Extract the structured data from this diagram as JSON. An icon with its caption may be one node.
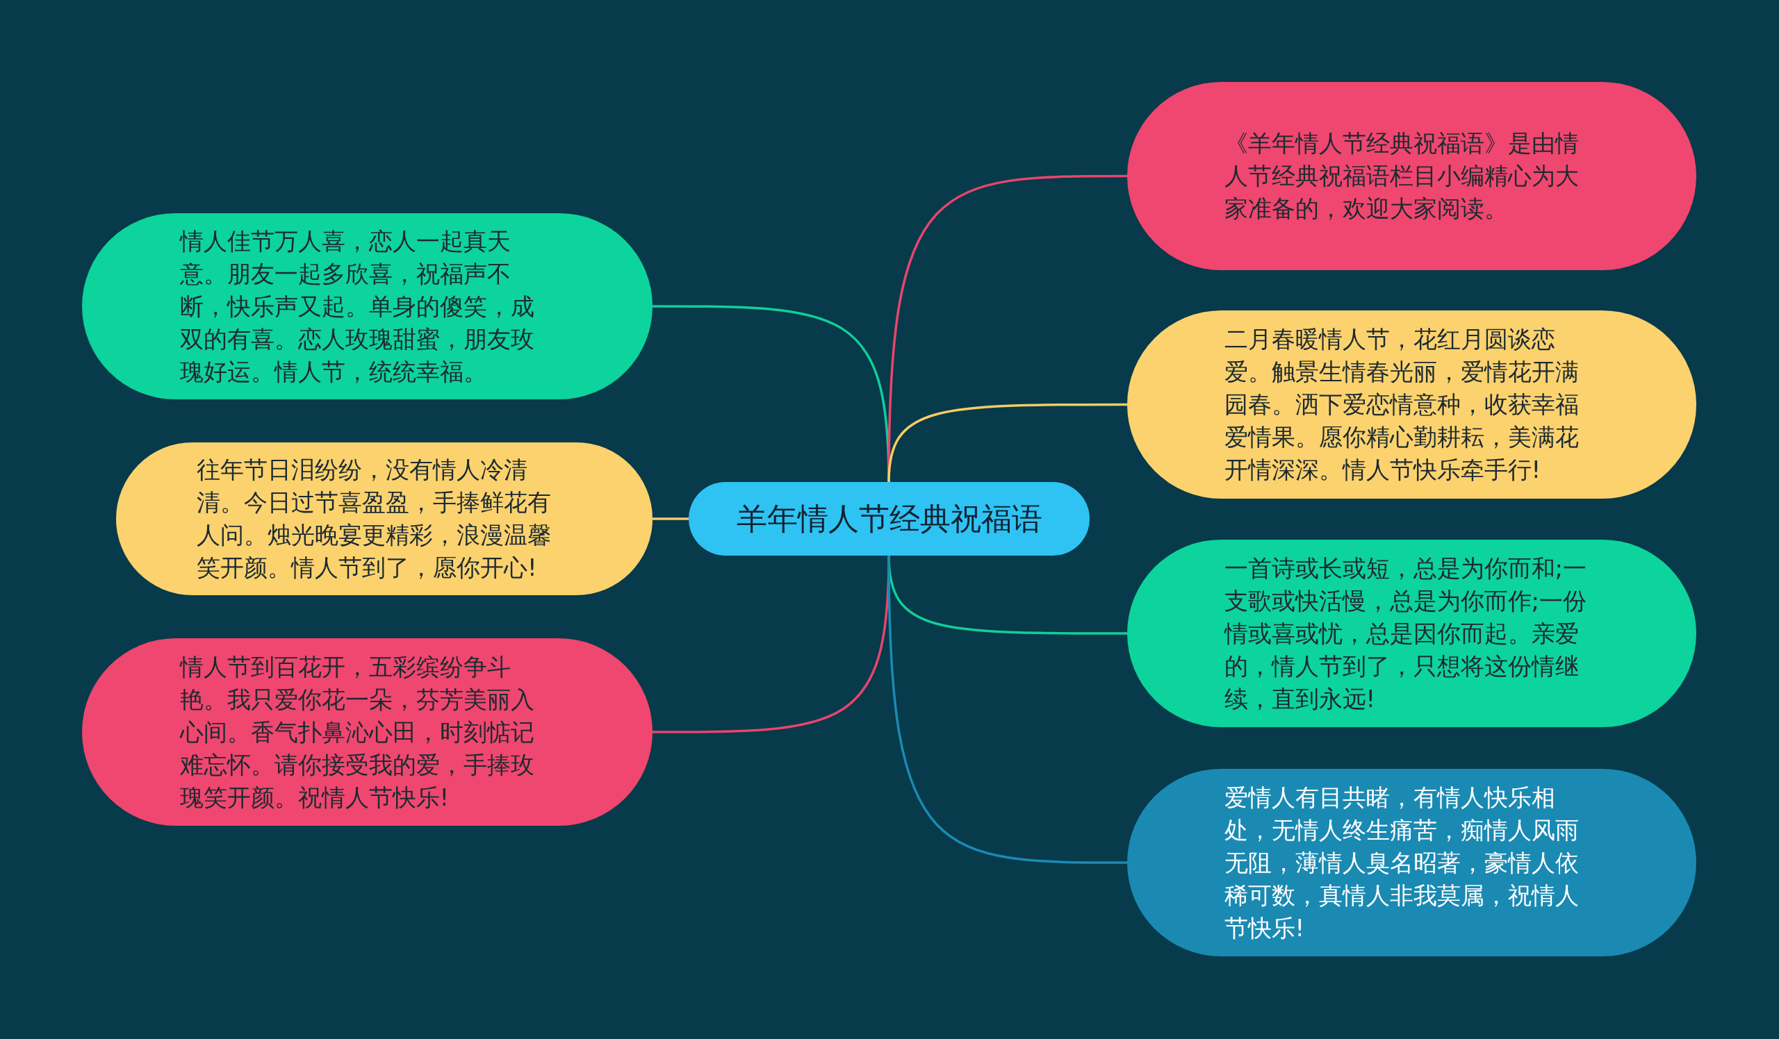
{
  "diagram": {
    "nodes": [
      {
        "text": [
          "羊年情人节经典祝福语"
        ]
      },
      {
        "text": [
          "情人佳节万人喜，恋人一起真天意。朋友一起多欣喜，祝福声不断，快乐声又起。单身的傻笑，成双的有喜。恋人玫瑰甜蜜，朋友玫瑰好运。情人节，统统幸福。"
        ]
      },
      {
        "text": [
          "往年节日泪纷纷，没有情人冷清清。今日过节喜盈盈，手捧鲜花有人问。烛光晚宴更精彩，浪漫温馨笑开颜。情人节到了，愿你开心!"
        ]
      },
      {
        "text": [
          "情人节到百花开，五彩缤纷争斗艳。我只爱你花一朵，芬芳美丽入心间。香气扑鼻沁心田，时刻惦记难忘怀。请你接受我的爱，手捧玫瑰笑开颜。祝情人节快乐!"
        ]
      },
      {
        "text": [
          "《羊年情人节经典祝福语》是由情人节经典祝福语栏目小编精心为大家准备的，欢迎大家阅读。"
        ]
      },
      {
        "text": [
          "二月春暖情人节，花红月圆谈恋爱。触景生情春光丽，爱情花开满园春。洒下爱恋情意种，收获幸福爱情果。愿你精心勤耕耘，美满花开情深深。情人节快乐牵手行!"
        ]
      },
      {
        "text": [
          "一首诗或长或短，总是为你而和;一支歌或快活慢，总是为你而作;一份情或喜或忧，总是因你而起。亲爱的，情人节到了，只想将这份情继续，直到永远!"
        ]
      },
      {
        "text": [
          "爱情人有目共睹，有情人快乐相处，无情人终生痛苦，痴情人风雨无阻，薄情人臭名昭著，豪情人依稀可数，真情人非我莫属，祝情人节快乐!"
        ]
      }
    ],
    "edges": [
      {
        "from": 0,
        "to": 1,
        "arrow": "none",
        "color": "#10cf9a"
      },
      {
        "from": 0,
        "to": 2,
        "arrow": "none",
        "color": "#f7cd62"
      },
      {
        "from": 0,
        "to": 3,
        "arrow": "none",
        "color": "#e8456c"
      },
      {
        "from": 0,
        "to": 4,
        "arrow": "none",
        "color": "#e8456c"
      },
      {
        "from": 0,
        "to": 5,
        "arrow": "none",
        "color": "#f7cd62"
      },
      {
        "from": 0,
        "to": 6,
        "arrow": "none",
        "color": "#10cf9a"
      },
      {
        "from": 0,
        "to": 7,
        "arrow": "none",
        "color": "#1a8ab3"
      }
    ]
  }
}
